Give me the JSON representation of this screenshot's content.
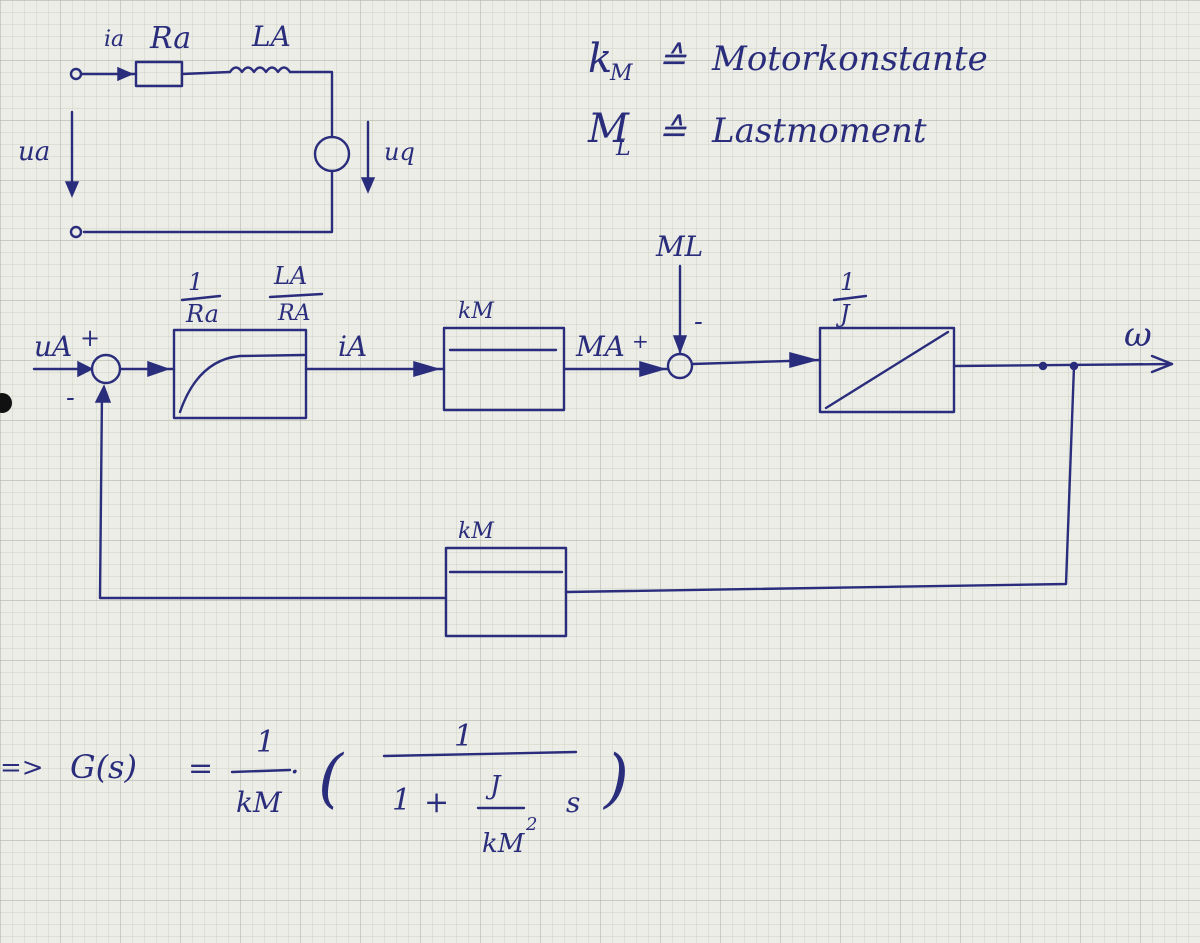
{
  "legend": {
    "km_symbol": "k",
    "km_subscript": "M",
    "hat": "≙",
    "km_text": "Motorkonstante",
    "ml_symbol": "M",
    "ml_subscript": "L",
    "ml_text": "Lastmoment"
  },
  "circuit": {
    "current": "ia",
    "resistor": "Ra",
    "inductor": "LA",
    "voltage_in": "ua",
    "voltage_source": "uq"
  },
  "block_diagram": {
    "input": "uA",
    "sum1_plus": "+",
    "sum1_minus": "-",
    "pt1_gain": "1",
    "pt1_gain_den": "Ra",
    "pt1_time_num": "LA",
    "pt1_time_den": "RA",
    "current": "iA",
    "km_label": "kM",
    "torque": "MA",
    "sum2_plus": "+",
    "load": "ML",
    "sum2_minus": "-",
    "int_num": "1",
    "int_den": "J",
    "output": "ω",
    "feedback_label": "kM"
  },
  "formula": {
    "implies": "=>",
    "lhs": "G(s)",
    "equals": "=",
    "frac1_num": "1",
    "frac1_den": "kM",
    "dot": "·",
    "paren_open": "(",
    "frac2_num": "1",
    "den_one": "1",
    "den_plus": "+",
    "inner_num": "J",
    "inner_den": "kM",
    "inner_den_exp": "2",
    "den_s": "s",
    "paren_close": ")"
  }
}
